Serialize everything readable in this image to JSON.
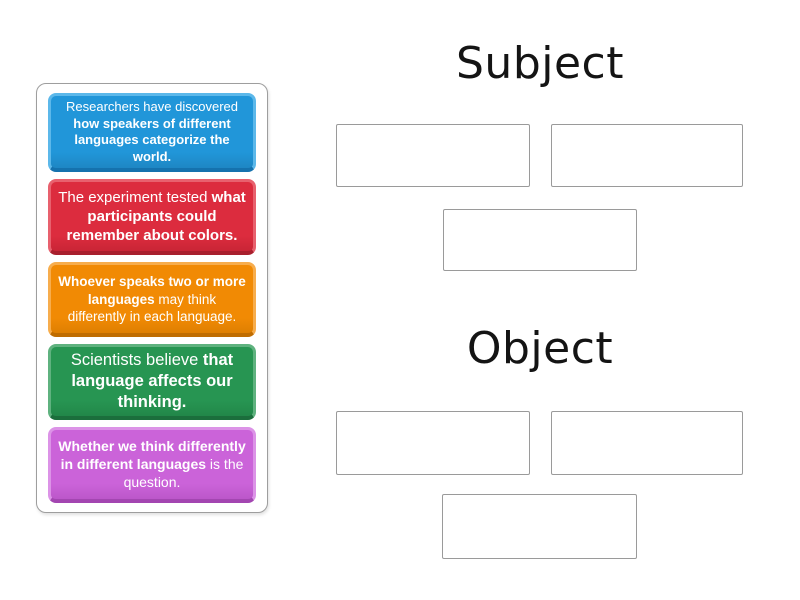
{
  "activity_type": "group-sort",
  "ui_colors": {
    "heading_color": "#141414",
    "slot_border": "#9a9a9a",
    "tray_border": "#9e9e9e"
  },
  "groups": [
    {
      "label": "Subject",
      "slot_count": 3
    },
    {
      "label": "Object",
      "slot_count": 3
    }
  ],
  "cards": [
    {
      "id": "card-1",
      "colors": {
        "main": "#2196d9",
        "highlight": "#5cb8ea",
        "shadow": "#1572ae",
        "shade": "#1e87c4"
      },
      "segments": [
        {
          "text": "Researchers have discovered ",
          "bold": false
        },
        {
          "text": "how speakers of different languages categorize the world.",
          "bold": true
        }
      ]
    },
    {
      "id": "card-2",
      "colors": {
        "main": "#dc2c3e",
        "highlight": "#e8616e",
        "shadow": "#a81f2d",
        "shade": "#c92536"
      },
      "segments": [
        {
          "text": "The experiment tested ",
          "bold": false
        },
        {
          "text": "what participants could remember about colors.",
          "bold": true
        }
      ]
    },
    {
      "id": "card-3",
      "colors": {
        "main": "#f18a04",
        "highlight": "#f7ad4d",
        "shadow": "#bf6c00",
        "shade": "#de7f02"
      },
      "segments": [
        {
          "text": "Whoever speaks two or more languages",
          "bold": true
        },
        {
          "text": " may think differently in each language.",
          "bold": false
        }
      ]
    },
    {
      "id": "card-4",
      "colors": {
        "main": "#279552",
        "highlight": "#5fb27f",
        "shadow": "#1b6e3c",
        "shade": "#228749"
      },
      "segments": [
        {
          "text": "Scientists believe ",
          "bold": false
        },
        {
          "text": "that language affects our thinking.",
          "bold": true
        }
      ]
    },
    {
      "id": "card-5",
      "colors": {
        "main": "#cb63d9",
        "highlight": "#dc93e7",
        "shadow": "#a346b1",
        "shade": "#bc57ca"
      },
      "segments": [
        {
          "text": "Whether we think differently in different languages",
          "bold": true
        },
        {
          "text": " is the question.",
          "bold": false
        }
      ]
    }
  ]
}
